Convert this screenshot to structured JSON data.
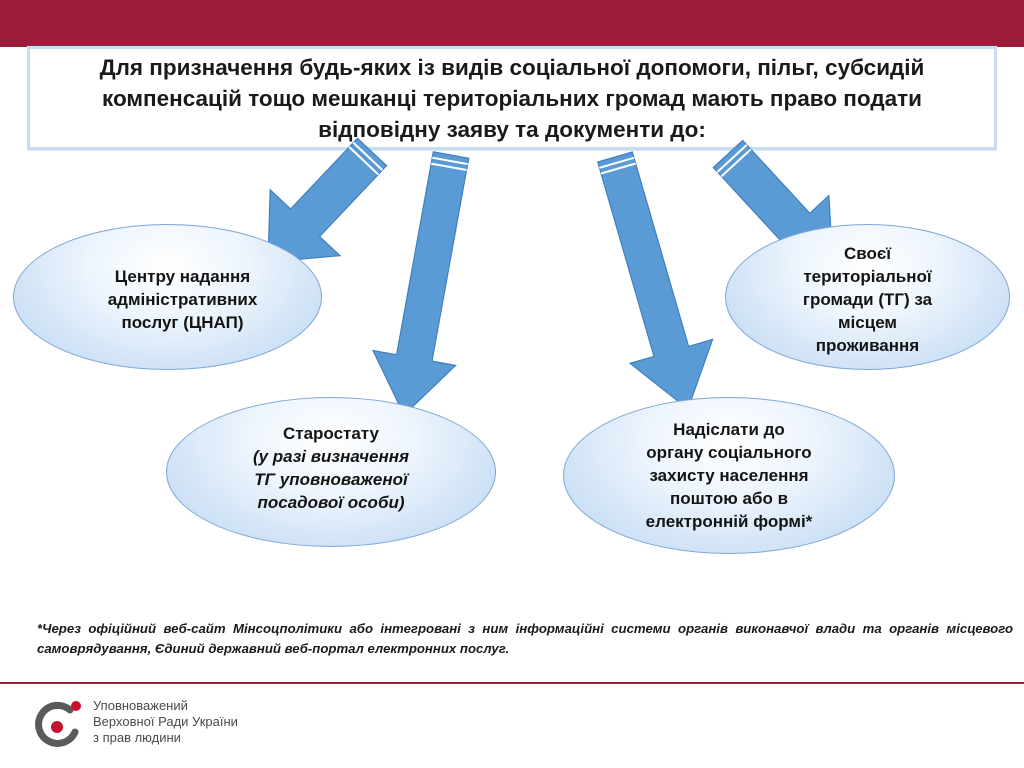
{
  "title": "Для призначення  будь-яких із видів соціальної допомоги, пільг, субсидій компенсацій тощо мешканці територіальних громад мають право подати відповідну заяву та документи до:",
  "nodes": {
    "cnap": {
      "lines": [
        "Центру надання",
        "адміністративних",
        "послуг (ЦНАП)"
      ]
    },
    "starostat": {
      "lines": [
        "Старостату"
      ],
      "italic_lines": [
        "(у разі визначення",
        "ТГ уповноваженої",
        "посадової особи)"
      ]
    },
    "send": {
      "lines": [
        "Надіслати до",
        "органу соціального",
        "захисту населення",
        "поштою або в",
        "електронній формі*"
      ]
    },
    "tg": {
      "lines": [
        "Своєї",
        "територіальної",
        "громади (ТГ) за",
        "місцем",
        "проживання"
      ]
    }
  },
  "footnote": "*Через офіційний веб-сайт Мінсоцполітики або інтегровані з ним інформаційні системи органів виконавчої влади та органів місцевого самоврядування, Єдиний державний веб-портал електронних послуг.",
  "organization": {
    "lines": [
      "Уповноважений",
      "Верховної Ради України",
      "з прав людини"
    ]
  },
  "colors": {
    "band": "#9c1c3c",
    "arrow_fill": "#5b9bd5",
    "arrow_stroke": "#3f7fbf",
    "ellipse_border": "#7ea7d6",
    "logo_red": "#c8102e",
    "logo_gray": "#5a5a5a"
  }
}
